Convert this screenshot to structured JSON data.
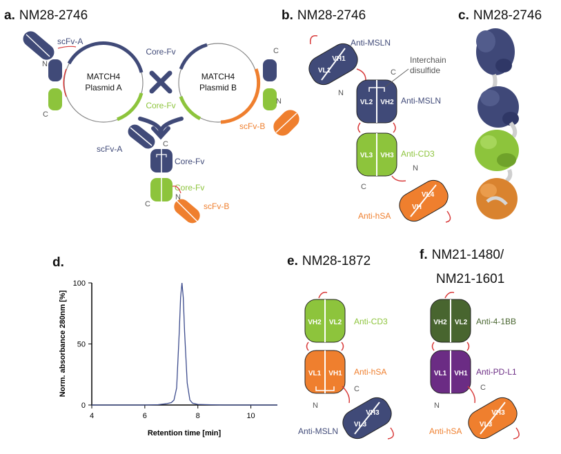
{
  "colors": {
    "navy": "#404a78",
    "green": "#8dc43c",
    "orange": "#ef7f2e",
    "dark_green": "#48652f",
    "purple": "#6b2c84",
    "linker": "#d83a3a"
  },
  "panels": {
    "a": {
      "letter": "a.",
      "name": "NM28-2746",
      "labels": {
        "scfv_a": "scFv-A",
        "core_fv": "Core-Fv",
        "plasmid_a": "MATCH4\nPlasmid A",
        "plasmid_b": "MATCH4\nPlasmid B",
        "scfv_b": "scFv-B",
        "n": "N",
        "c": "C"
      }
    },
    "b": {
      "letter": "b.",
      "name": "NM28-2746",
      "labels": {
        "anti_msln_1": "Anti-MSLN",
        "interchain": "Interchain",
        "disulfide": "disulfide",
        "anti_msln_2": "Anti-MSLN",
        "anti_cd3": "Anti-CD3",
        "anti_hsa": "Anti-hSA",
        "n1": "N",
        "c1": "C",
        "n2": "N",
        "c2": "C"
      },
      "domains": {
        "vh1": "VH1",
        "vl1": "VL1",
        "vl2": "VL2",
        "vh2": "VH2",
        "vl3": "VL3",
        "vh3": "VH3",
        "vl4": "VL4",
        "vh": "VH"
      }
    },
    "c": {
      "letter": "c.",
      "name": "NM28-2746"
    },
    "d": {
      "letter": "d."
    },
    "e": {
      "letter": "e.",
      "name": "NM28-1872",
      "labels": {
        "anti_cd3": "Anti-CD3",
        "anti_hsa": "Anti-hSA",
        "anti_msln": "Anti-MSLN",
        "n": "N",
        "c": "C"
      },
      "domains": {
        "vh2": "VH2",
        "vl2": "VL2",
        "vl1": "VL1",
        "vh1": "VH1",
        "vh3": "VH3",
        "vl3": "VL3"
      }
    },
    "f": {
      "letter": "f.",
      "name_line1": "NM21-1480/",
      "name_line2": "NM21-1601",
      "labels": {
        "anti_41bb": "Anti-4-1BB",
        "anti_pdl1": "Anti-PD-L1",
        "anti_hsa": "Anti-hSA",
        "n": "N",
        "c": "C"
      },
      "domains": {
        "vh2": "VH2",
        "vl2": "VL2",
        "vl1": "VL1",
        "vh1": "VH1",
        "vh3": "VH3",
        "vl3": "VL3"
      }
    }
  },
  "chart_data": {
    "type": "line",
    "xlabel": "Retention time [min]",
    "ylabel": "Norm. absorbance 280nm [%]",
    "xlim": [
      4,
      11
    ],
    "ylim": [
      0,
      100
    ],
    "xticks": [
      4,
      6,
      8,
      10
    ],
    "yticks": [
      0,
      50,
      100
    ],
    "grid": false,
    "line_color": "#3b4a8c",
    "series": [
      {
        "x": [
          4.0,
          5.0,
          6.0,
          6.5,
          6.8,
          7.0,
          7.1,
          7.2,
          7.3,
          7.35,
          7.4,
          7.45,
          7.5,
          7.6,
          7.7,
          7.8,
          8.0,
          8.5,
          9.0,
          10.0,
          11.0
        ],
        "y": [
          0,
          0,
          0,
          0.3,
          1.0,
          2.0,
          4.0,
          14.0,
          60.0,
          88.0,
          100.0,
          88.0,
          60.0,
          18.0,
          4.0,
          1.5,
          0.5,
          0.2,
          0,
          0,
          0
        ]
      }
    ]
  }
}
